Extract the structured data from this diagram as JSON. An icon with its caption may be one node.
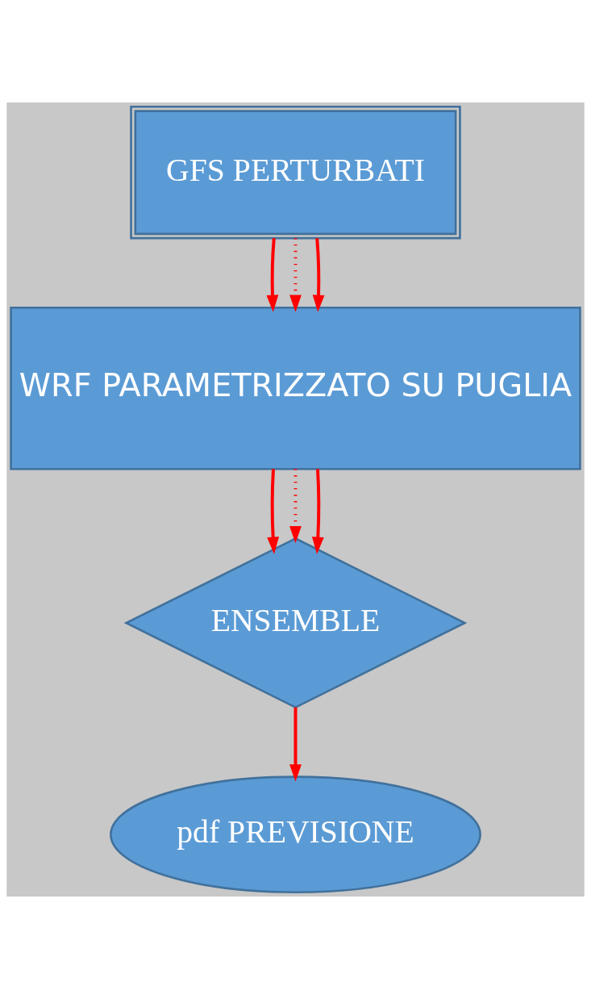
{
  "diagram": {
    "nodes": [
      {
        "text": [
          "GFS PERTURBATI"
        ]
      },
      {
        "text": [
          "WRF PARAMETRIZZATO SU PUGLIA"
        ]
      },
      {
        "text": [
          "ENSEMBLE"
        ]
      },
      {
        "text": [
          "pdf PREVISIONE"
        ]
      }
    ],
    "edges": [
      {
        "from": 0,
        "to": 1,
        "arrow": "to"
      },
      {
        "from": 0,
        "to": 1,
        "arrow": "to",
        "style": "dashed"
      },
      {
        "from": 0,
        "to": 1,
        "arrow": "to"
      },
      {
        "from": 1,
        "to": 2,
        "arrow": "to"
      },
      {
        "from": 1,
        "to": 2,
        "arrow": "to",
        "style": "dashed"
      },
      {
        "from": 1,
        "to": 2,
        "arrow": "to"
      },
      {
        "from": 2,
        "to": 3,
        "arrow": "to"
      }
    ]
  }
}
